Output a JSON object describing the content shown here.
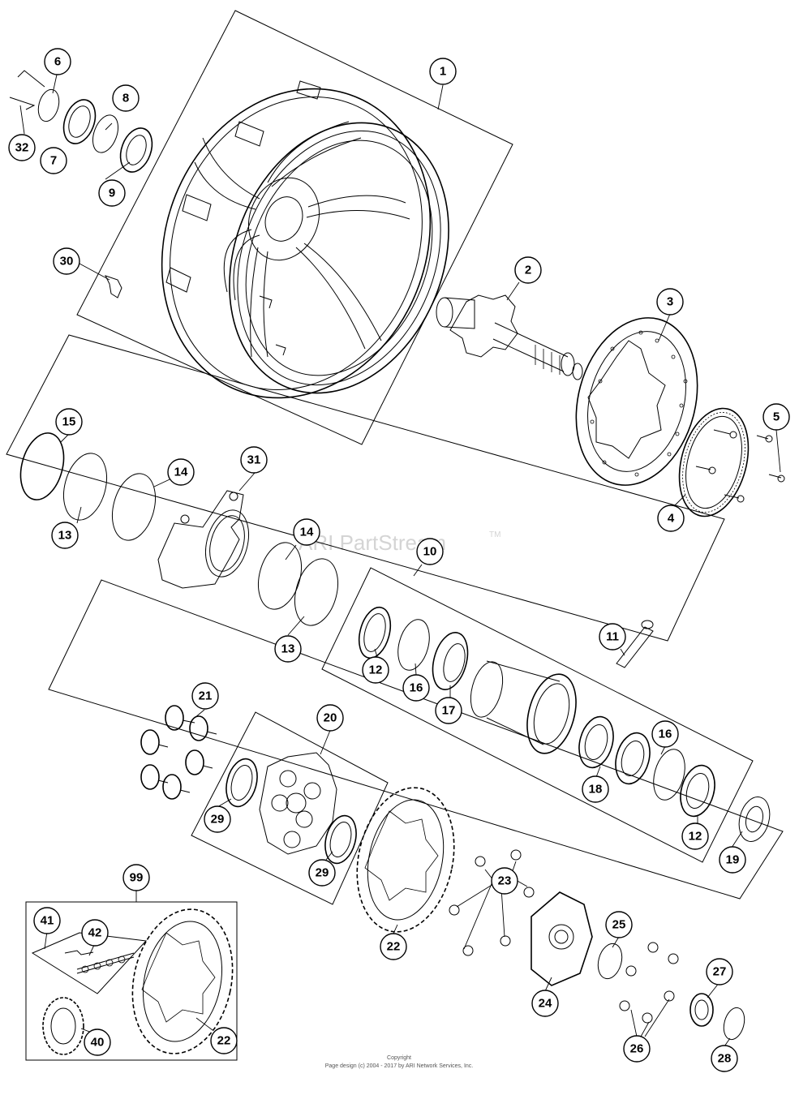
{
  "watermark": {
    "text": "ARI PartStream",
    "trademark": "TM"
  },
  "footer": {
    "line1": "Copyright",
    "line2": "Page design (c) 2004 - 2017 by ARI Network Services, Inc."
  },
  "callouts": [
    "1",
    "2",
    "3",
    "4",
    "5",
    "6",
    "7",
    "8",
    "9",
    "10",
    "11",
    "12",
    "12",
    "13",
    "13",
    "14",
    "14",
    "15",
    "16",
    "16",
    "17",
    "18",
    "19",
    "20",
    "21",
    "22",
    "22",
    "23",
    "24",
    "25",
    "26",
    "27",
    "28",
    "29",
    "29",
    "30",
    "31",
    "32",
    "40",
    "41",
    "42",
    "99"
  ]
}
